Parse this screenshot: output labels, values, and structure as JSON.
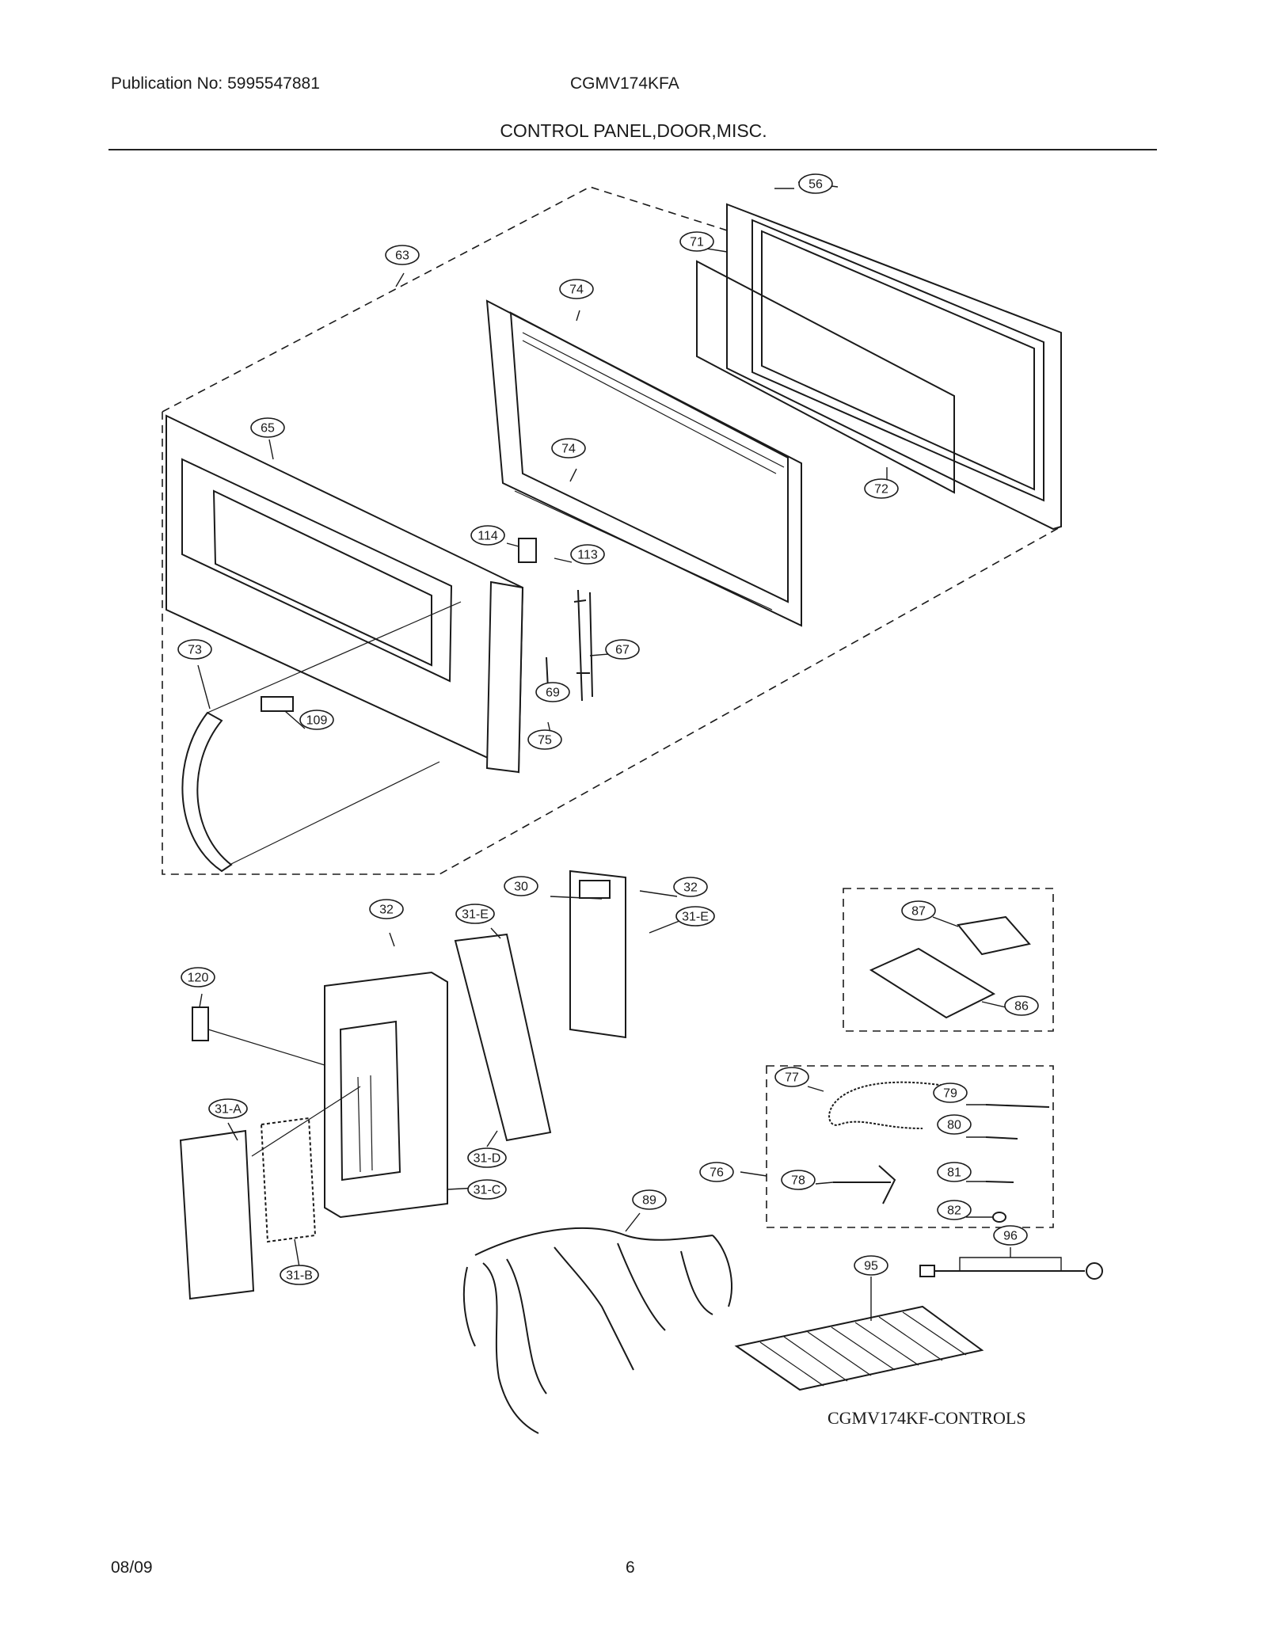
{
  "header": {
    "publication": "Publication No: 5995547881",
    "model": "CGMV174KFA",
    "section_title": "CONTROL PANEL,DOOR,MISC."
  },
  "footer": {
    "date": "08/09",
    "page": "6"
  },
  "diagram": {
    "caption": "CGMV174KF-CONTROLS",
    "callouts": [
      "56",
      "71",
      "63",
      "74",
      "65",
      "74",
      "72",
      "114",
      "113",
      "67",
      "73",
      "69",
      "109",
      "75",
      "30",
      "32",
      "32",
      "31-E",
      "31-E",
      "120",
      "87",
      "86",
      "77",
      "79",
      "80",
      "31-A",
      "31-D",
      "31-C",
      "76",
      "78",
      "81",
      "82",
      "89",
      "96",
      "95",
      "31-B"
    ]
  }
}
